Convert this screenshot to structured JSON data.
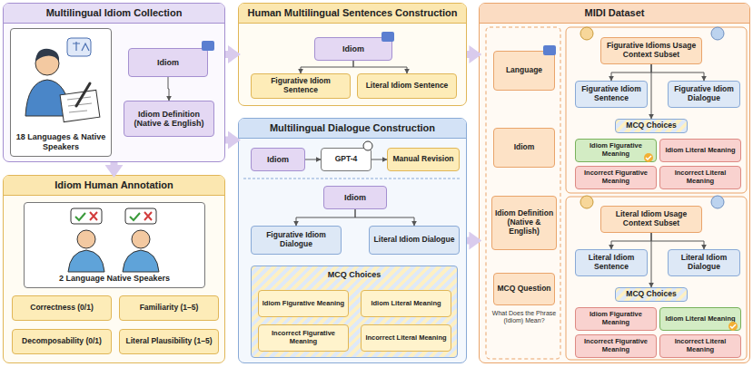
{
  "diagram": {
    "nodes": [
      {
        "text": [
          "Multilingual Idiom Collection"
        ]
      },
      {
        "text": [
          "18 Languages & Native Speakers"
        ],
        "in": 0
      },
      {
        "text": [
          "Idiom"
        ],
        "in": 0
      },
      {
        "text": [
          "Idiom Definition (Native & English)"
        ],
        "in": 0
      },
      {
        "text": [
          "Idiom Human Annotation"
        ]
      },
      {
        "text": [
          "2 Language Native Speakers"
        ],
        "in": 4
      },
      {
        "text": [
          "Correctness (0/1)"
        ],
        "in": 4
      },
      {
        "text": [
          "Familiarity (1–5)"
        ],
        "in": 4
      },
      {
        "text": [
          "Decomposability (0/1)"
        ],
        "in": 4
      },
      {
        "text": [
          "Literal Plausibility (1–5)"
        ],
        "in": 4
      },
      {
        "text": [
          "Human Multilingual Sentences Construction"
        ]
      },
      {
        "text": [
          "Idiom"
        ],
        "in": 10
      },
      {
        "text": [
          "Figurative Idiom Sentence"
        ],
        "in": 10
      },
      {
        "text": [
          "Literal Idiom Sentence"
        ],
        "in": 10
      },
      {
        "text": [
          "Multilingual Dialogue Construction"
        ]
      },
      {
        "text": [
          "Idiom"
        ],
        "in": 14
      },
      {
        "text": [
          "GPT-4"
        ],
        "in": 14
      },
      {
        "text": [
          "Manual Revision"
        ],
        "in": 14
      },
      {
        "text": [
          "Idiom"
        ],
        "in": 14
      },
      {
        "text": [
          "Figurative Idiom Dialogue"
        ],
        "in": 14
      },
      {
        "text": [
          "Literal Idiom Dialogue"
        ],
        "in": 14
      },
      {
        "text": [
          "MCQ Choices"
        ],
        "in": 14
      },
      {
        "text": [
          "Idiom Figurative Meaning"
        ],
        "in": 21
      },
      {
        "text": [
          "Idiom Literal Meaning"
        ],
        "in": 21
      },
      {
        "text": [
          "Incorrect Figurative Meaning"
        ],
        "in": 21
      },
      {
        "text": [
          "Incorrect Literal Meaning"
        ],
        "in": 21
      },
      {
        "text": [
          "MIDI Dataset"
        ]
      },
      {
        "text": [
          "Language"
        ],
        "in": 26
      },
      {
        "text": [
          "Idiom"
        ],
        "in": 26
      },
      {
        "text": [
          "Idiom Definition (Native & English)"
        ],
        "in": 26
      },
      {
        "text": [
          "MCQ Question",
          "What Does the Phrase (Idiom) Mean?"
        ],
        "in": 26
      },
      {
        "text": [
          "Figurative Idioms Usage Context Subset"
        ],
        "in": 26
      },
      {
        "text": [
          "Figurative Idiom Sentence"
        ],
        "in": 26
      },
      {
        "text": [
          "Figurative Idiom Dialogue"
        ],
        "in": 26
      },
      {
        "text": [
          "MCQ Choices"
        ],
        "in": 26
      },
      {
        "text": [
          "Idiom Figurative Meaning"
        ],
        "in": 26
      },
      {
        "text": [
          "Idiom Literal Meaning"
        ],
        "in": 26
      },
      {
        "text": [
          "Incorrect Figurative Meaning"
        ],
        "in": 26
      },
      {
        "text": [
          "Incorrect Literal Meaning"
        ],
        "in": 26
      },
      {
        "text": [
          "Literal Idiom Usage Context Subset"
        ],
        "in": 26
      },
      {
        "text": [
          "Literal Idiom Sentence"
        ],
        "in": 26
      },
      {
        "text": [
          "Literal Idiom Dialogue"
        ],
        "in": 26
      },
      {
        "text": [
          "MCQ Choices"
        ],
        "in": 26
      },
      {
        "text": [
          "Idiom Figurative Meaning"
        ],
        "in": 26
      },
      {
        "text": [
          "Idiom Literal Meaning"
        ],
        "in": 26
      },
      {
        "text": [
          "Incorrect Figurative Meaning"
        ],
        "in": 26
      },
      {
        "text": [
          "Incorrect Literal Meaning"
        ],
        "in": 26
      }
    ],
    "edges": [
      {
        "from": 0,
        "to": 4,
        "arrow": "to"
      },
      {
        "from": 0,
        "to": 10,
        "arrow": "to"
      },
      {
        "from": 0,
        "to": 14,
        "arrow": "to"
      },
      {
        "from": 10,
        "to": 26,
        "arrow": "to"
      },
      {
        "from": 14,
        "to": 26,
        "arrow": "to"
      },
      {
        "from": 2,
        "to": 3,
        "arrow": "to"
      },
      {
        "from": 11,
        "to": 12,
        "arrow": "to"
      },
      {
        "from": 11,
        "to": 13,
        "arrow": "to"
      },
      {
        "from": 15,
        "to": 16,
        "arrow": "to"
      },
      {
        "from": 16,
        "to": 17,
        "arrow": "to"
      },
      {
        "from": 18,
        "to": 19,
        "arrow": "to"
      },
      {
        "from": 18,
        "to": 20,
        "arrow": "to"
      },
      {
        "from": 31,
        "to": 32,
        "arrow": "to"
      },
      {
        "from": 31,
        "to": 33,
        "arrow": "to"
      },
      {
        "from": 31,
        "to": 34,
        "arrow": "to"
      },
      {
        "from": 39,
        "to": 40,
        "arrow": "to"
      },
      {
        "from": 39,
        "to": 41,
        "arrow": "to"
      },
      {
        "from": 39,
        "to": 42,
        "arrow": "to"
      }
    ]
  }
}
